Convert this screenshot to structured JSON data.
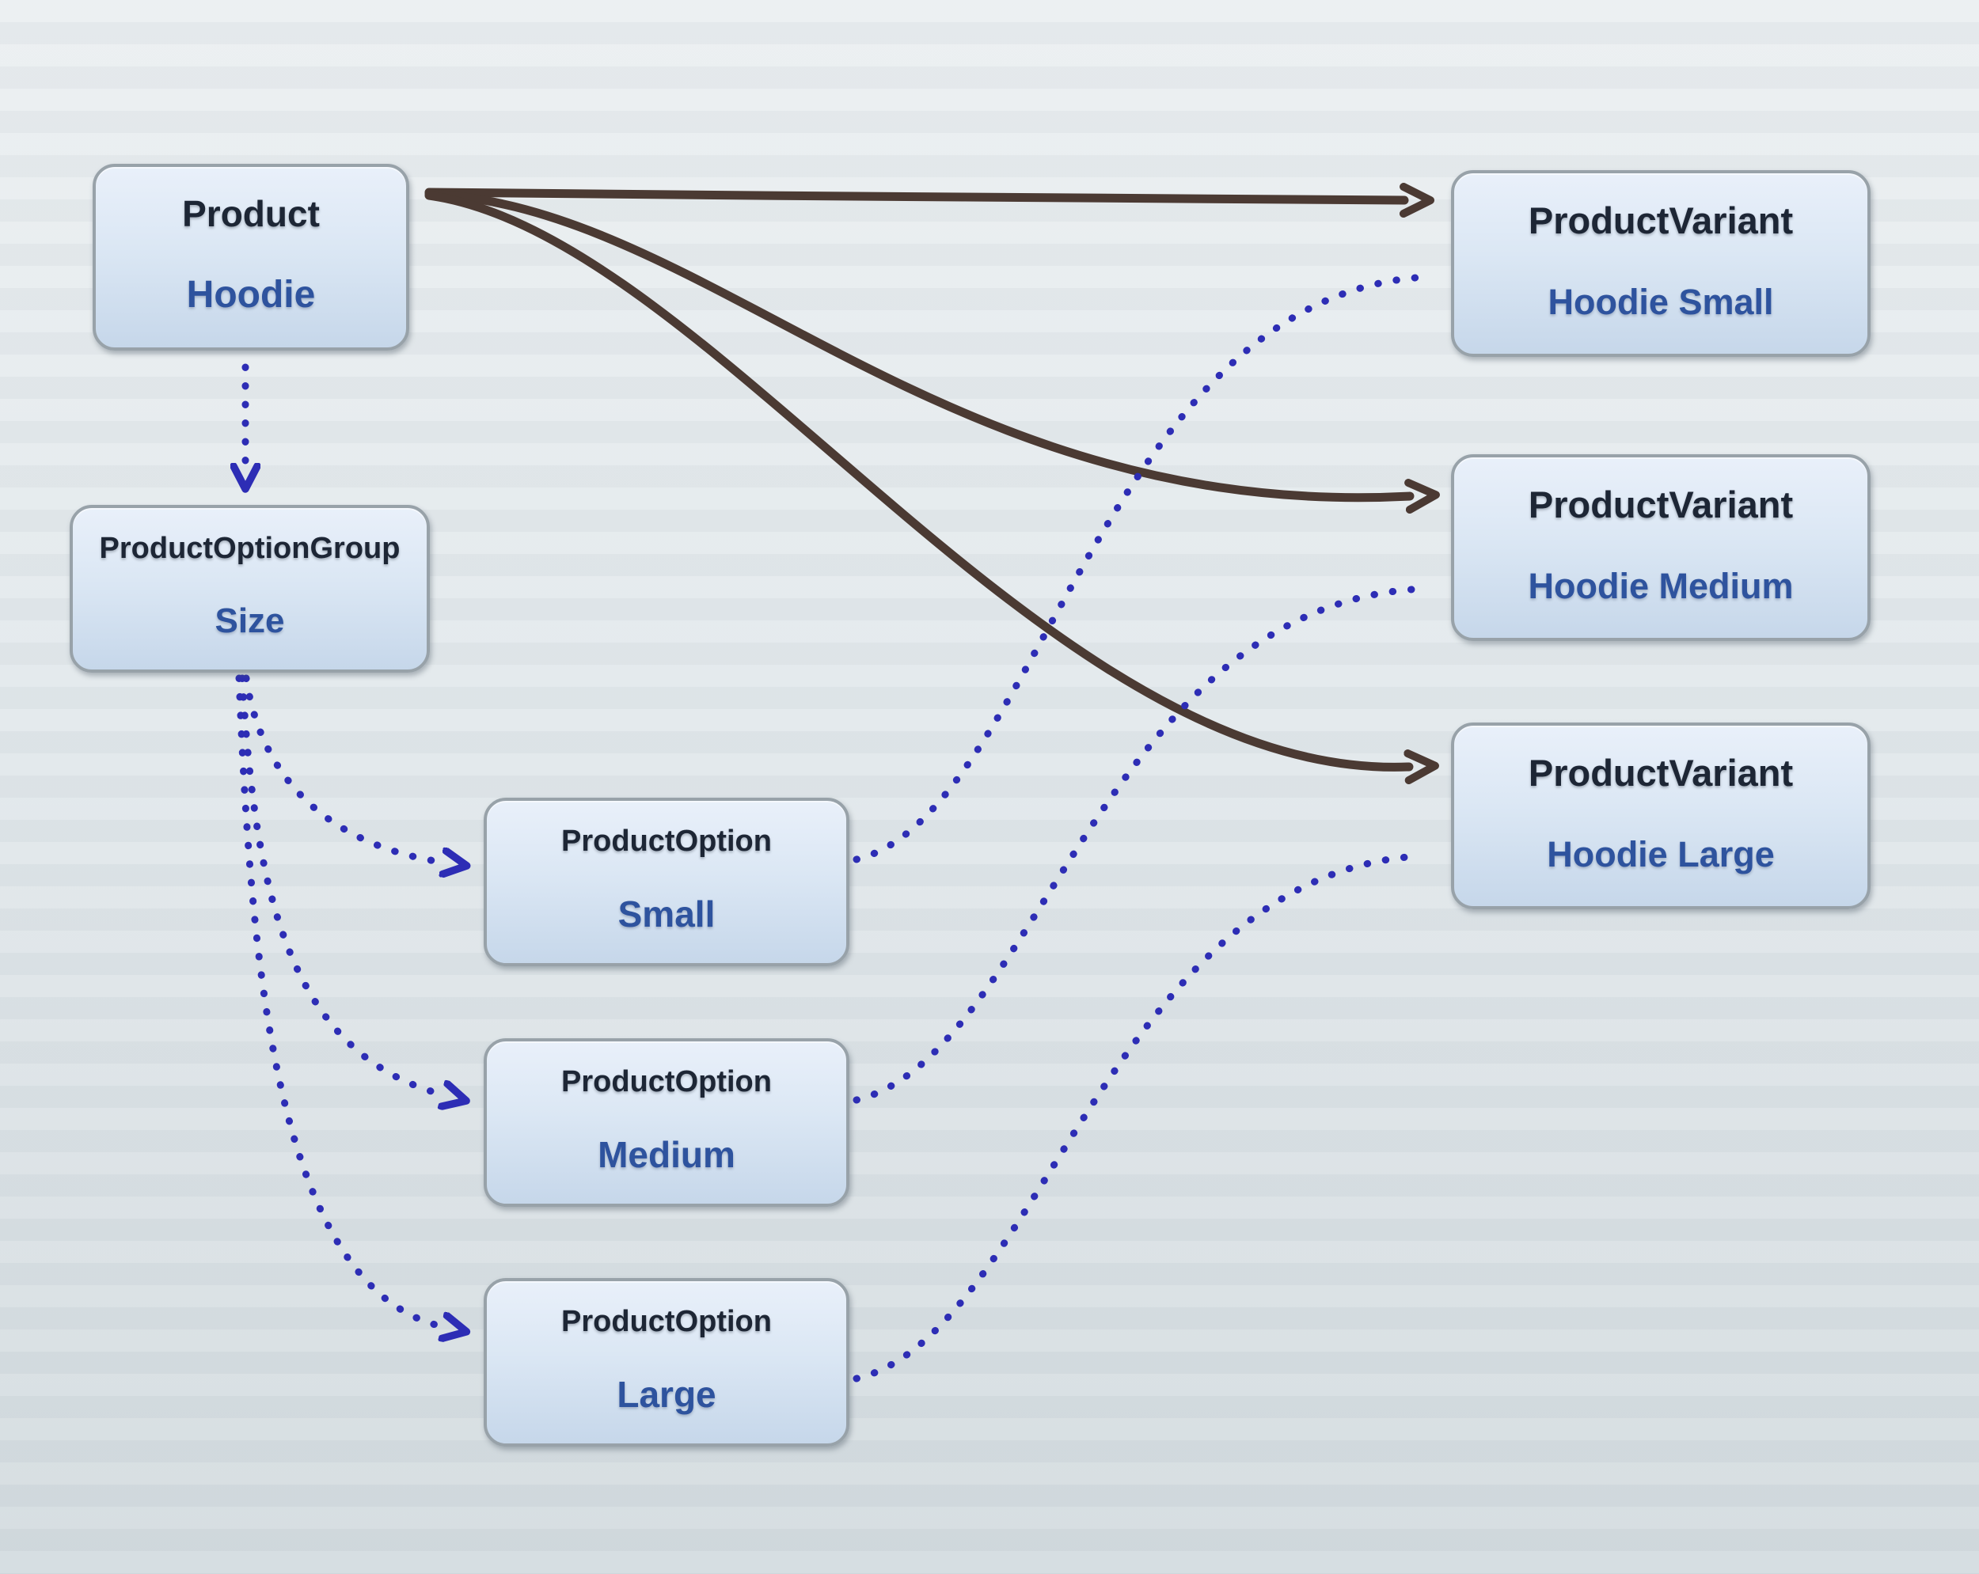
{
  "nodes": {
    "product": {
      "entity": "Product",
      "label": "Hoodie"
    },
    "option_group": {
      "entity": "ProductOptionGroup",
      "label": "Size"
    },
    "option_small": {
      "entity": "ProductOption",
      "label": "Small"
    },
    "option_medium": {
      "entity": "ProductOption",
      "label": "Medium"
    },
    "option_large": {
      "entity": "ProductOption",
      "label": "Large"
    },
    "variant_small": {
      "entity": "ProductVariant",
      "label": "Hoodie Small"
    },
    "variant_medium": {
      "entity": "ProductVariant",
      "label": "Hoodie Medium"
    },
    "variant_large": {
      "entity": "ProductVariant",
      "label": "Hoodie Large"
    }
  },
  "edges": [
    {
      "from": "product",
      "to": "variant_small",
      "style": "solid-arrow"
    },
    {
      "from": "product",
      "to": "variant_medium",
      "style": "solid-arrow"
    },
    {
      "from": "product",
      "to": "variant_large",
      "style": "solid-arrow"
    },
    {
      "from": "product",
      "to": "option_group",
      "style": "dotted-arrow"
    },
    {
      "from": "option_group",
      "to": "option_small",
      "style": "dotted-arrow"
    },
    {
      "from": "option_group",
      "to": "option_medium",
      "style": "dotted-arrow"
    },
    {
      "from": "option_group",
      "to": "option_large",
      "style": "dotted-arrow"
    },
    {
      "from": "option_small",
      "to": "variant_small",
      "style": "dotted"
    },
    {
      "from": "option_medium",
      "to": "variant_medium",
      "style": "dotted"
    },
    {
      "from": "option_large",
      "to": "variant_large",
      "style": "dotted"
    }
  ],
  "colors": {
    "background_top": "#ebeff1",
    "background_bottom": "#d4dce0",
    "node_fill_top": "#e9f0fa",
    "node_fill_bottom": "#c6d7ea",
    "node_border": "#98a2a9",
    "entity_text": "#1d2635",
    "label_text": "#2e539e",
    "solid_edge": "#4b3a33",
    "dotted_edge": "#2d2db5"
  }
}
